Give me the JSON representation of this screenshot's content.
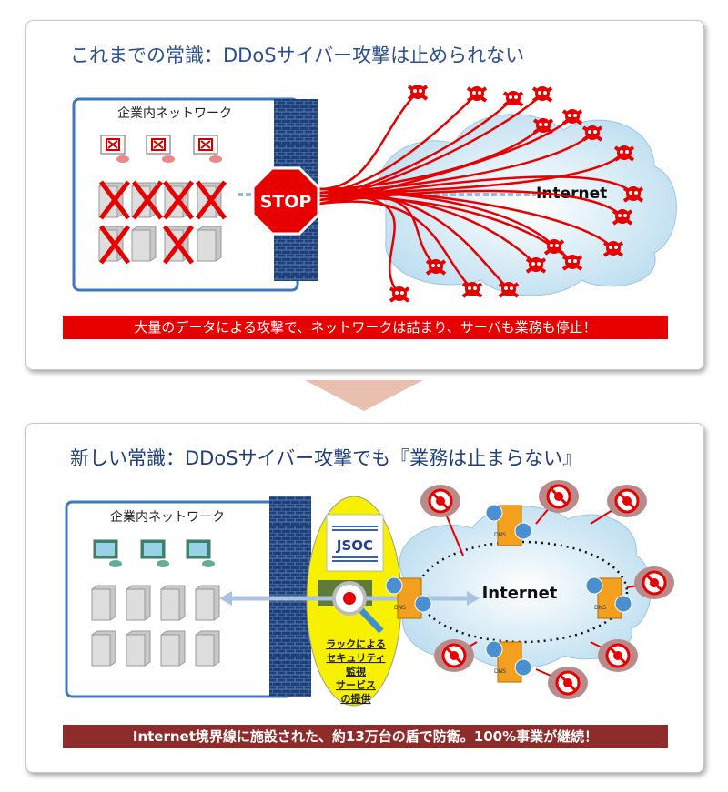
{
  "top_panel": {
    "title": "これまでの常識：DDoSサイバー攻撃は止められない",
    "network_label": "企業内ネットワーク",
    "stop_sign": "STOP",
    "internet_label": "Internet",
    "banner": "大量のデータによる攻撃で、ネットワークは詰まり、サーバも業務も停止！"
  },
  "bottom_panel": {
    "title": "新しい常識：DDoSサイバー攻撃でも『業務は止まらない』",
    "network_label": "企業内ネットワーク",
    "jsoc_logo": "JSOC",
    "service_lines": [
      "ラックによる",
      "セキュリティ",
      "監視",
      "サービス",
      "の提供"
    ],
    "internet_label": "Internet",
    "shield_label": "DNS",
    "banner": "Internet境界線に施設された、約13万台の盾で防衛。100%事業が継続！"
  },
  "colors": {
    "title_blue": "#2b4f8f",
    "attack_red": "#e60000",
    "banner_dark": "#8e2b2b",
    "oval_yellow": "#f7f000"
  }
}
